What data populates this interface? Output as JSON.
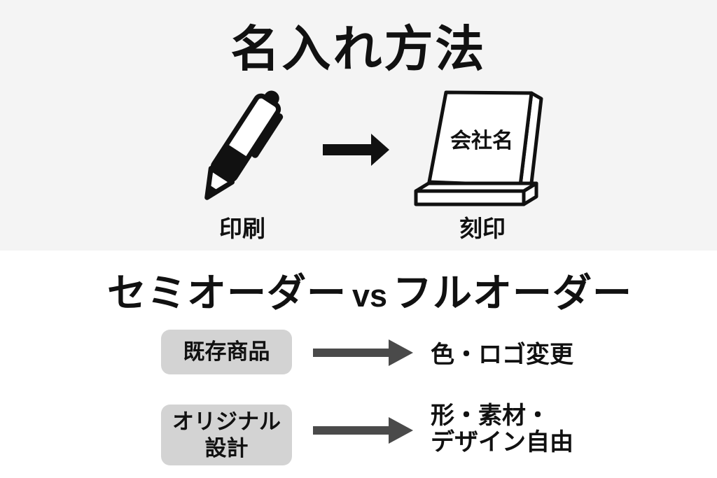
{
  "top_section": {
    "title": "名入れ方法",
    "pen_label": "印刷",
    "plaque_text": "会社名",
    "plaque_label": "刻印"
  },
  "comparison_section": {
    "title_left": "セミオーダー",
    "title_vs": "vs",
    "title_right": "フルオーダー",
    "rows": [
      {
        "box_lines": [
          "既存商品"
        ],
        "result_lines": [
          "色・ロゴ変更"
        ]
      },
      {
        "box_lines": [
          "オリジナル",
          "設計"
        ],
        "result_lines": [
          "形・素材・",
          "デザイン自由"
        ]
      }
    ]
  },
  "colors": {
    "top_section_bg": "#f4f4f4",
    "bottom_section_bg": "#ffffff",
    "text": "#111111",
    "box_bg": "#d3d3d3",
    "black_arrow": "#111111",
    "gray_arrow": "#4a4a4a",
    "icon_stroke": "#111111",
    "icon_fill": "#ffffff"
  }
}
